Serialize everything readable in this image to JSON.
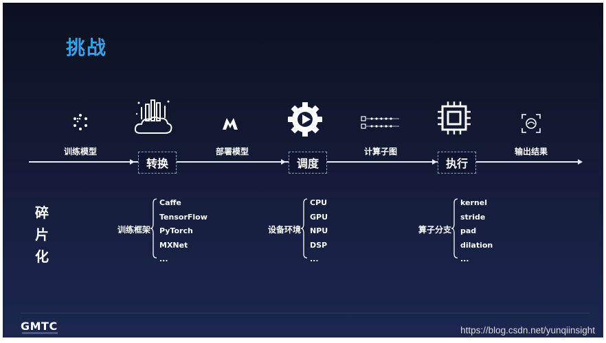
{
  "title": "挑战",
  "flow": {
    "steps": [
      {
        "label": "训练模型",
        "icon": "model-nodes-icon"
      },
      {
        "label": "部署模型",
        "icon": "m-logo-icon"
      },
      {
        "label": "计算子图",
        "icon": "graph-nodes-icon"
      },
      {
        "label": "输出结果",
        "icon": "output-frame-icon"
      }
    ],
    "stages": [
      {
        "label": "转换",
        "icon": "cloud-bars-icon"
      },
      {
        "label": "调度",
        "icon": "gear-play-icon"
      },
      {
        "label": "执行",
        "icon": "chip-icon"
      }
    ]
  },
  "fragmentation": {
    "title_chars": [
      "碎",
      "片",
      "化"
    ],
    "groups": [
      {
        "label": "训练框架",
        "items": [
          "Caffe",
          "TensorFlow",
          "PyTorch",
          "MXNet",
          "..."
        ]
      },
      {
        "label": "设备环境",
        "items": [
          "CPU",
          "GPU",
          "NPU",
          "DSP",
          "..."
        ]
      },
      {
        "label": "算子分支",
        "items": [
          "kernel",
          "stride",
          "pad",
          "dilation",
          "..."
        ]
      }
    ]
  },
  "footer": {
    "logo": "GMTC",
    "watermark": "https://blog.csdn.net/yunqiinsight"
  },
  "colors": {
    "title": "#3aa0e6",
    "background_top": "#0c1020",
    "background_bottom": "#1c2750",
    "text": "#ffffff"
  }
}
